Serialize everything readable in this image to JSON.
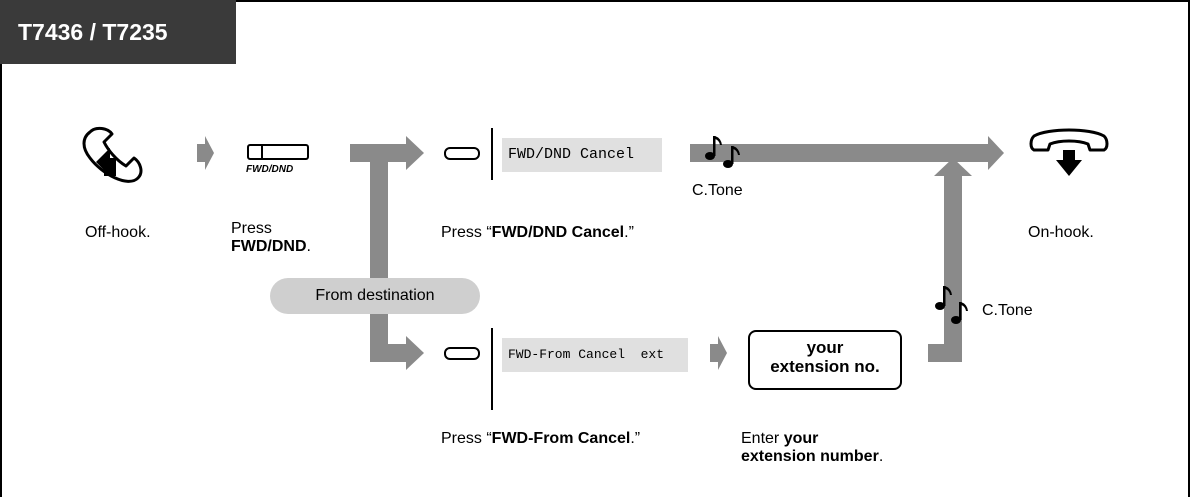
{
  "model": "T7436 / T7235",
  "steps": {
    "offhook": "Off-hook.",
    "press": "Press",
    "fwd_dnd_key": "FWD/DND",
    "fwd_dnd_period": ".",
    "button_label": "FWD/DND",
    "press_open_quote": "Press “",
    "fwd_dnd_cancel": "FWD/DND Cancel",
    "close_quote": ".”",
    "fwd_from_cancel": "FWD-From Cancel",
    "enter": "Enter ",
    "your": "your",
    "extension_number": "extension number",
    "entry_period": ".",
    "onhook": "On-hook."
  },
  "display": {
    "fwd_dnd_cancel": "FWD/DND Cancel",
    "fwd_from_cancel": "FWD-From Cancel  ext"
  },
  "entry_box": {
    "line1": "your",
    "line2": "extension no."
  },
  "branch_label": "From destination",
  "tones": {
    "top": "C.Tone",
    "right": "C.Tone"
  },
  "icons": [
    "handset-offhook-icon",
    "fwd-dnd-button-icon",
    "soft-key-icon",
    "tone-note-icon",
    "handset-onhook-icon"
  ]
}
